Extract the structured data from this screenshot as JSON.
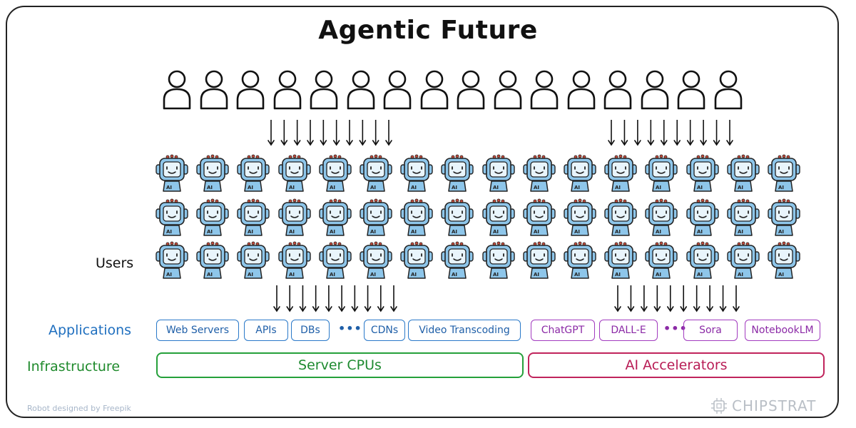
{
  "title": "Agentic Future",
  "labels": {
    "users": "Users",
    "applications": "Applications",
    "infrastructure": "Infrastructure"
  },
  "applications": {
    "cpu_apps": [
      "Web Servers",
      "APIs",
      "DBs",
      "CDNs",
      "Video Transcoding"
    ],
    "ai_apps": [
      "ChatGPT",
      "DALL-E",
      "Sora",
      "NotebookLM"
    ],
    "ellipsis": "•••"
  },
  "infrastructure": {
    "cpu": "Server CPUs",
    "ai": "AI Accelerators"
  },
  "footer": {
    "credit": "Robot designed by Freepik",
    "brand": "CHIPSTRAT"
  },
  "counts": {
    "users": 16,
    "robot_rows": 3,
    "robots_per_row": 16,
    "arrows_per_group": 10
  },
  "colors": {
    "blue": "#2a79c9",
    "purple": "#a23bbf",
    "green": "#25a03a",
    "crimson": "#c0245c",
    "robot_fill": "#8ec6ea"
  },
  "icons": {
    "user": "person-outline-icon",
    "agent": "robot-icon",
    "arrow": "down-arrow-icon",
    "brand": "chip-logo-icon"
  }
}
